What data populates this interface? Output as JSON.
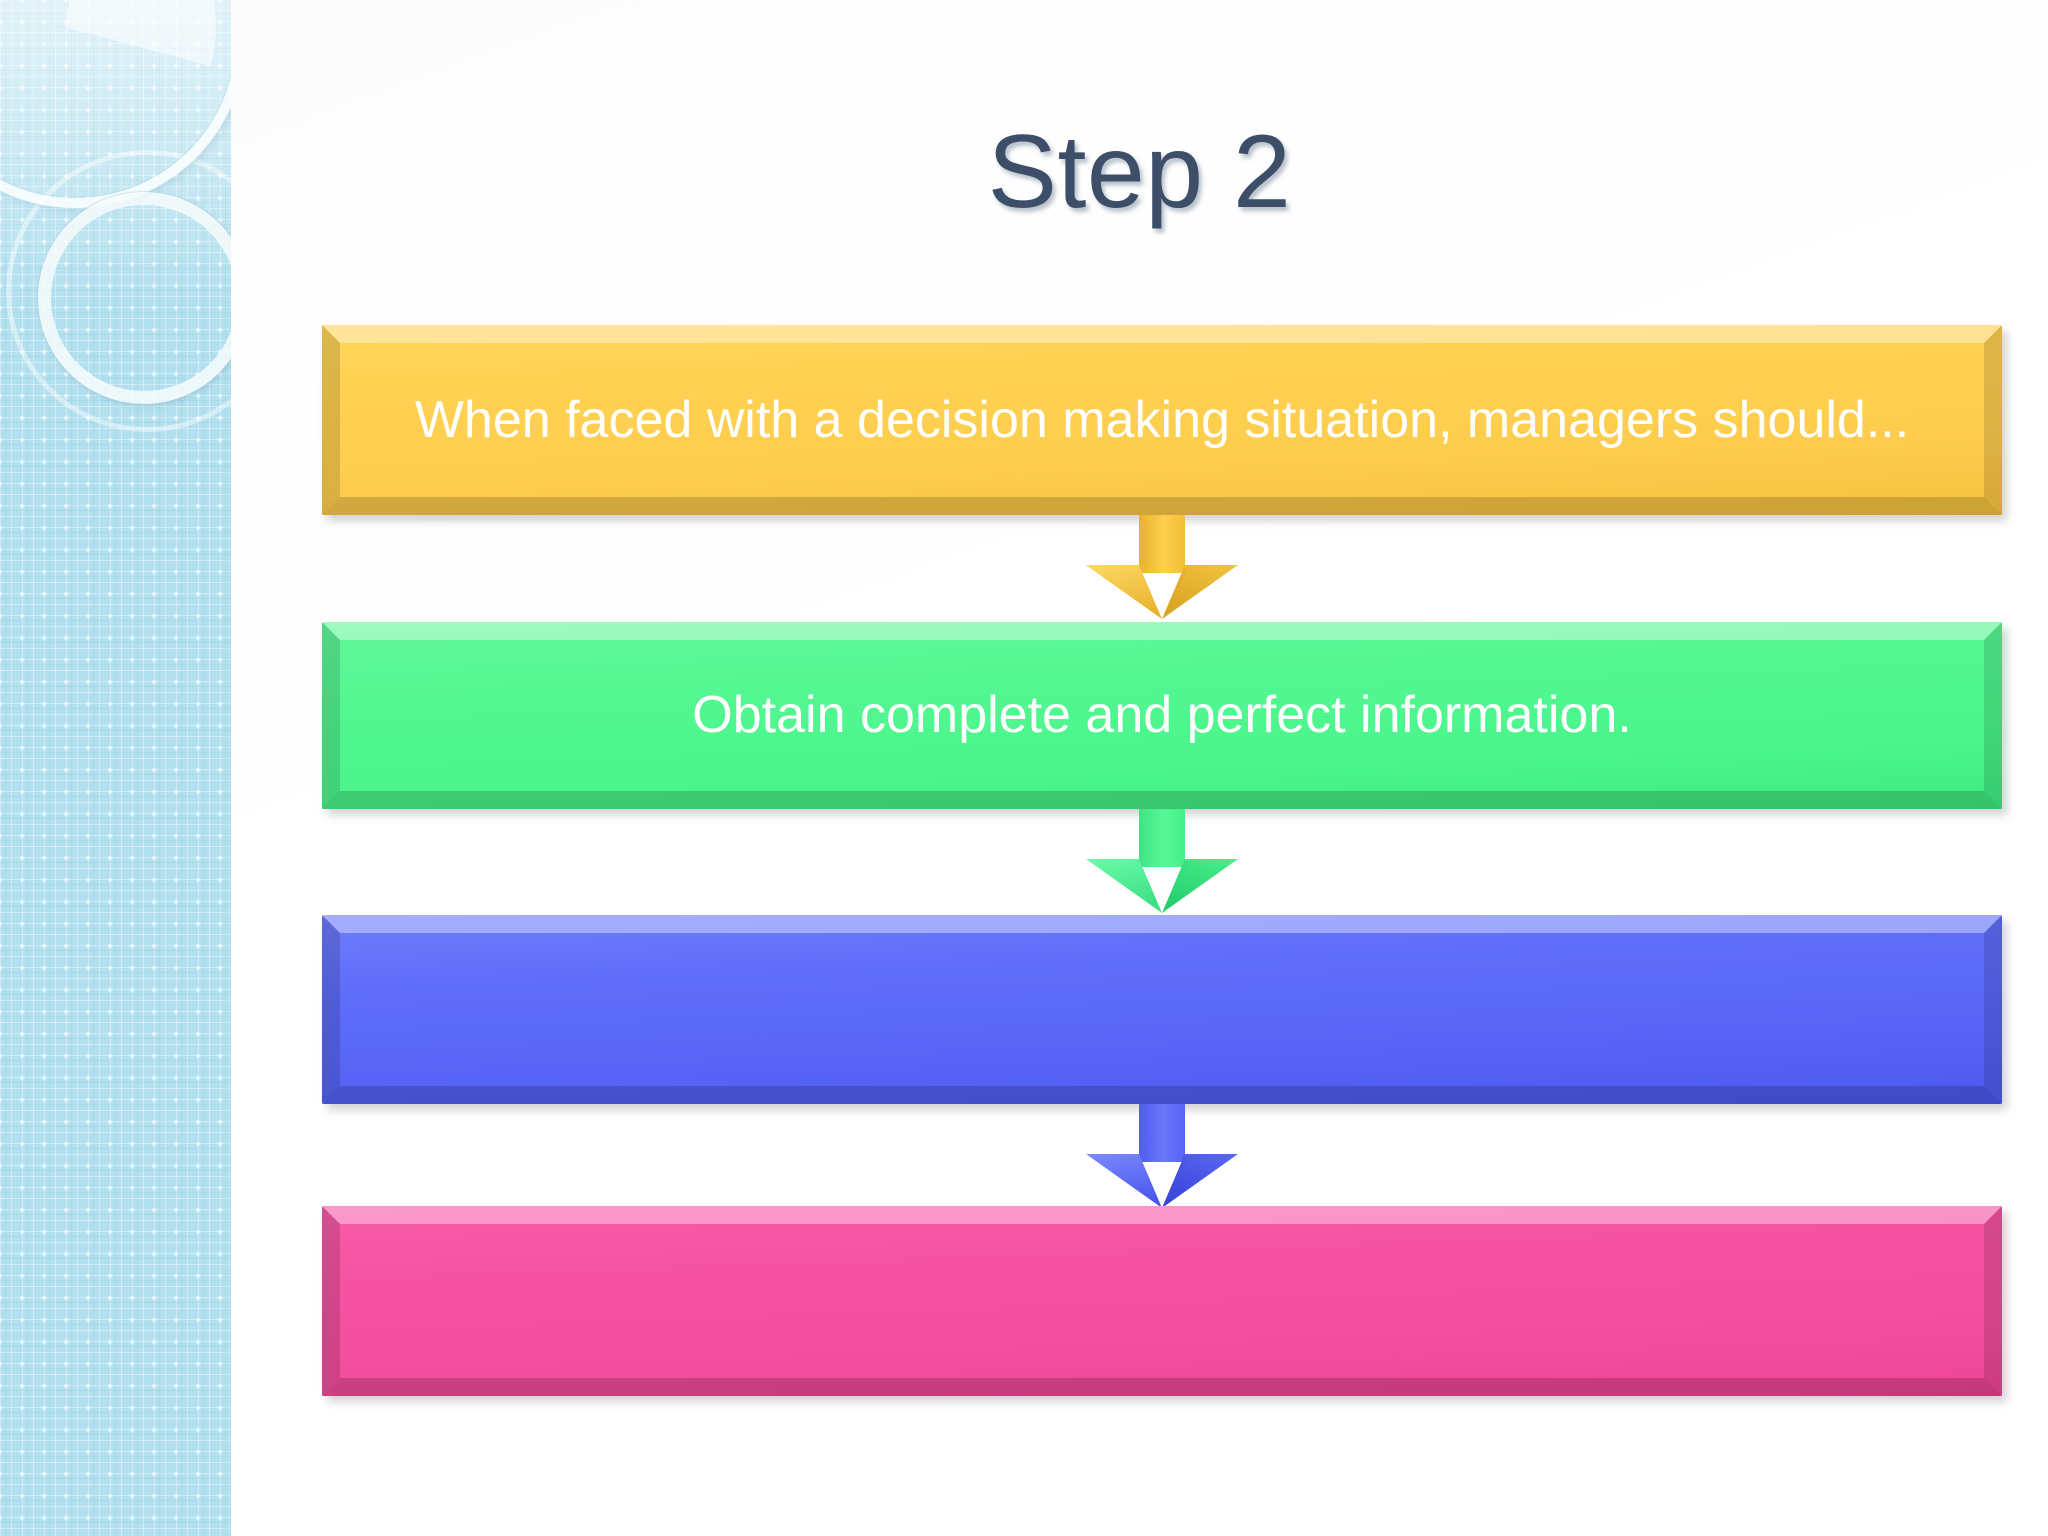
{
  "slide": {
    "title": "Step 2",
    "title_color": "#3d4f68",
    "background_color": "#ffffff"
  },
  "sidebar": {
    "name": "decorative-sidebar",
    "background_color": "#b3e0ef",
    "accent_color": "#ffffff",
    "pattern": "checkered-texture-with-concentric-rings"
  },
  "flow": {
    "steps": [
      {
        "id": "step-prompt",
        "label": "When faced with a decision making situation, managers should...",
        "color": "#fdcc4d",
        "text_color": "#ffffff"
      },
      {
        "id": "step-obtain-information",
        "label": "Obtain complete and perfect information.",
        "color": "#4af58b",
        "text_color": "#ffffff"
      },
      {
        "id": "step-blank-blue",
        "label": "",
        "color": "#5663f6",
        "text_color": "#ffffff"
      },
      {
        "id": "step-blank-pink",
        "label": "",
        "color": "#f24e9c",
        "text_color": "#ffffff"
      }
    ],
    "connectors": [
      {
        "id": "connector-1",
        "icon": "down-arrow-icon",
        "color": "#fdcc4d"
      },
      {
        "id": "connector-2",
        "icon": "down-arrow-icon",
        "color": "#4af58b"
      },
      {
        "id": "connector-3",
        "icon": "down-arrow-icon",
        "color": "#5663f6"
      }
    ]
  }
}
